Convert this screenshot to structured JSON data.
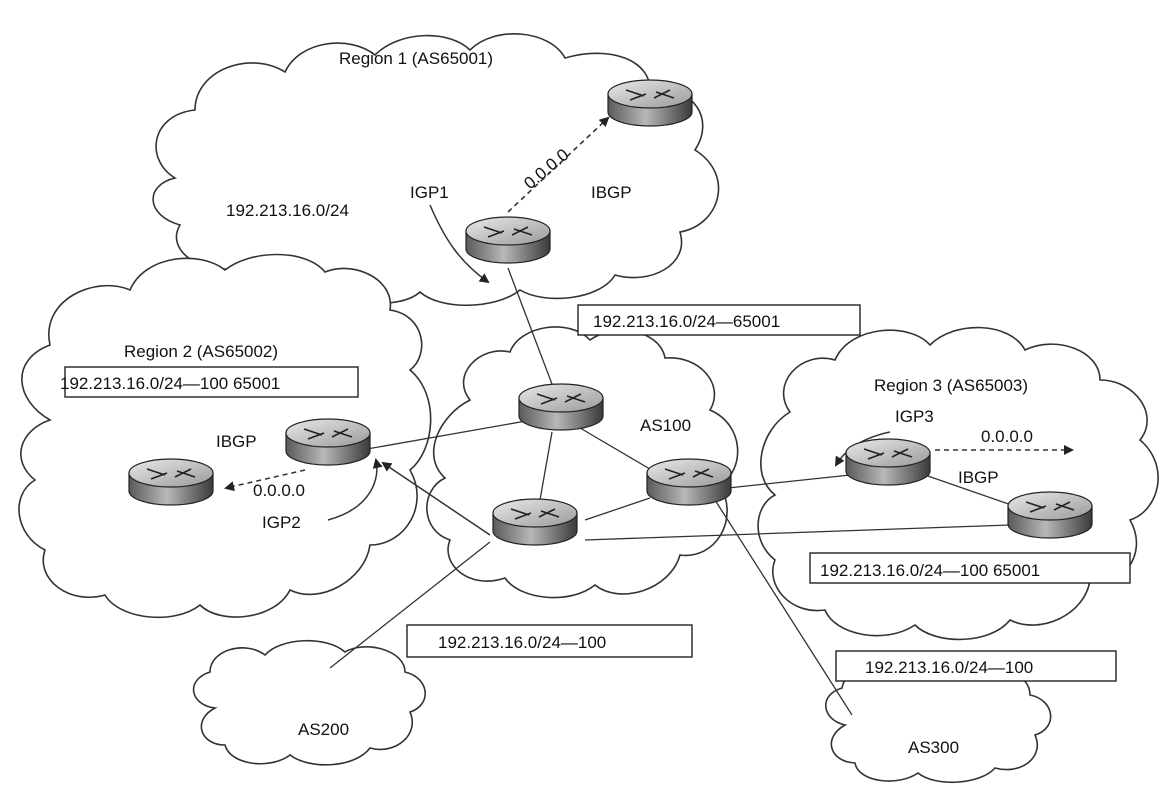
{
  "regions": {
    "region1": "Region 1 (AS65001)",
    "region2": "Region 2 (AS65002)",
    "region3": "Region 3 (AS65003)",
    "as100": "AS100",
    "as200": "AS200",
    "as300": "AS300"
  },
  "labels": {
    "igp1": "IGP1",
    "igp2": "IGP2",
    "igp3": "IGP3",
    "ibgp1": "IBGP",
    "ibgp2": "IBGP",
    "ibgp3": "IBGP",
    "default1": "0.0.0.0",
    "default2": "0.0.0.0",
    "default3": "0.0.0.0",
    "prefix_r1": "192.213.16.0/24"
  },
  "boxes": {
    "r1_to_as100": "192.213.16.0/24—65001",
    "r2_table": "192.213.16.0/24—100 65001",
    "r3_table": "192.213.16.0/24—100 65001",
    "to_as200": "192.213.16.0/24—100",
    "to_as300": "192.213.16.0/24—100"
  }
}
